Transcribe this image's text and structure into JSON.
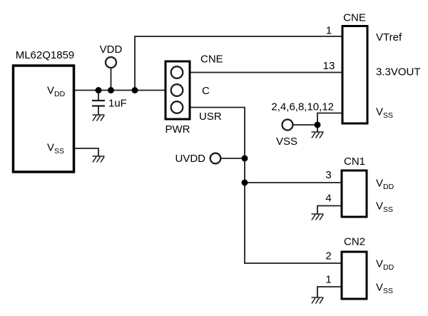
{
  "colors": {
    "ink": "#000000",
    "background": "#ffffff"
  },
  "mcu": {
    "title": "ML62Q1859",
    "pin_vdd_main": "V",
    "pin_vdd_sub": "DD",
    "pin_vss_main": "V",
    "pin_vss_sub": "SS"
  },
  "power": {
    "vdd_terminal": "VDD",
    "capacitor_value": "1uF",
    "uvdd_terminal": "UVDD",
    "vss_terminal": "VSS"
  },
  "pwr_connector": {
    "title": "PWR",
    "pin_cne": "CNE",
    "pin_c": "C",
    "pin_usr": "USR"
  },
  "cne_connector": {
    "title": "CNE",
    "pin1_number": "1",
    "pin1_label": "VTref",
    "pin13_number": "13",
    "pin13_label": "3.3VOUT",
    "pin_gnd_numbers": "2,4,6,8,10,12",
    "pin_gnd_main": "V",
    "pin_gnd_sub": "SS"
  },
  "cn1_connector": {
    "title": "CN1",
    "pin3_number": "3",
    "pin3_main": "V",
    "pin3_sub": "DD",
    "pin4_number": "4",
    "pin4_main": "V",
    "pin4_sub": "SS"
  },
  "cn2_connector": {
    "title": "CN2",
    "pin2_number": "2",
    "pin2_main": "V",
    "pin2_sub": "DD",
    "pin1_number": "1",
    "pin1_main": "V",
    "pin1_sub": "SS"
  }
}
